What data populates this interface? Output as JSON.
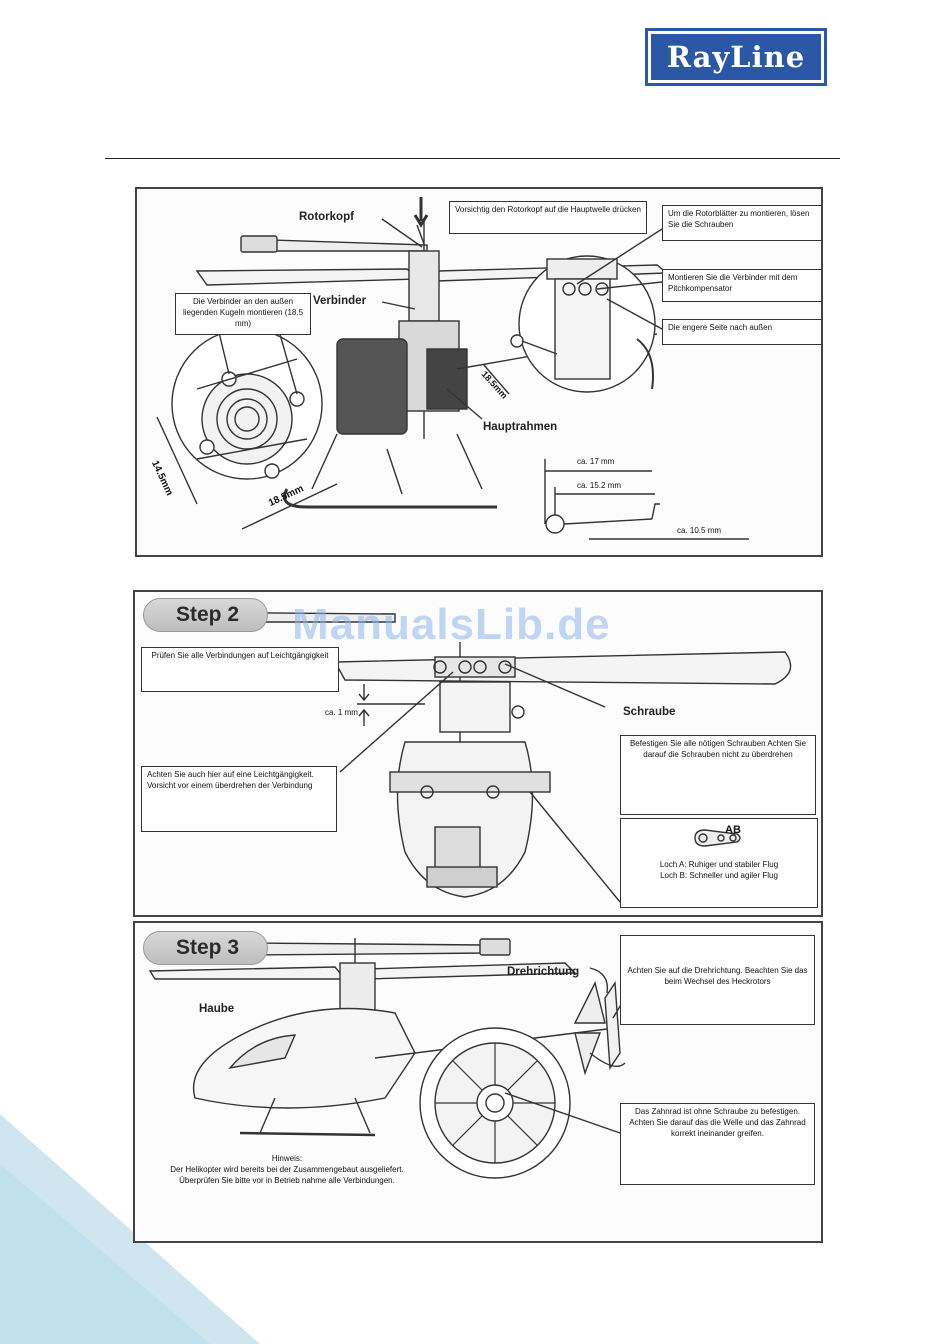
{
  "logo": {
    "text": "RayLine"
  },
  "watermark": "ManualsLib.de",
  "panel1": {
    "rotorkopf": "Rotorkopf",
    "verbinder": "Verbinder",
    "hauptrahmen": "Hauptrahmen",
    "note_rotorkopf": "Vorsichtig den Rotorkopf auf die Hauptwelle drücken",
    "note_rotorblaetter": "Um die Rotorblätter zu montieren, lösen Sie die Schrauben",
    "note_pitch": "Montieren Sie die Verbinder mit dem Pitchkompensator",
    "note_engere": "Die engere Seite nach außen",
    "note_kugeln": "Die Verbinder an den außen liegenden Kugeln montieren (18.5 mm)",
    "dim_145": "14.5mm",
    "dim_185_a": "18.5mm",
    "dim_185_b": "18.5mm",
    "dim_17": "ca. 17 mm",
    "dim_152": "ca. 15.2 mm",
    "dim_105": "ca. 10.5 mm"
  },
  "panel2": {
    "step": "Step 2",
    "note_pruefen": "Prüfen Sie alle Verbindungen auf Leichtgängigkeit",
    "dim_1mm": "ca. 1 mm",
    "schraube": "Schraube",
    "note_achten": "Achten Sie auch hier auf eine Leichtgängigkeit. Vorsicht vor einem überdrehen der Verbindung",
    "note_befestigen": "Befestigen Sie alle nötigen Schrauben Achten Sie darauf die Schrauben nicht zu überdrehen",
    "ab_label": "AB",
    "note_loch_a": "Loch A: Ruhiger und stabiler Flug",
    "note_loch_b": "Loch B: Schneller und agiler Flug"
  },
  "panel3": {
    "step": "Step 3",
    "haube": "Haube",
    "drehrichtung": "Drehrichtung",
    "note_drehrichtung": "Achten Sie auf die Drehrichtung. Beachten Sie das beim Wechsel des Heckrotors",
    "note_zahnrad": "Das Zahnrad ist ohne Schraube zu befestigen. Achten Sie darauf das die Welle und das Zahnrad korrekt ineinander greifen.",
    "hinweis_title": "Hinweis:",
    "hinweis_text": "Der Helikopter wird bereits bei der Zusammengebaut ausgeliefert. Überprüfen Sie bitte vor in Betrieb nahme alle Verbindungen."
  }
}
